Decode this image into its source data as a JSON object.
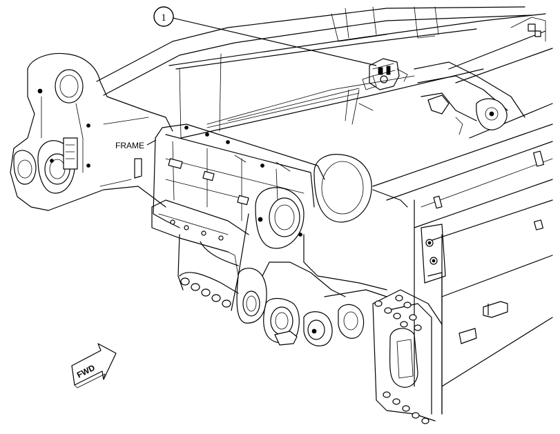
{
  "callout": {
    "number": "1"
  },
  "labels": {
    "frame": "FRAME",
    "forward": "FWD"
  },
  "colors": {
    "ink": "#000000",
    "paper": "#ffffff"
  }
}
